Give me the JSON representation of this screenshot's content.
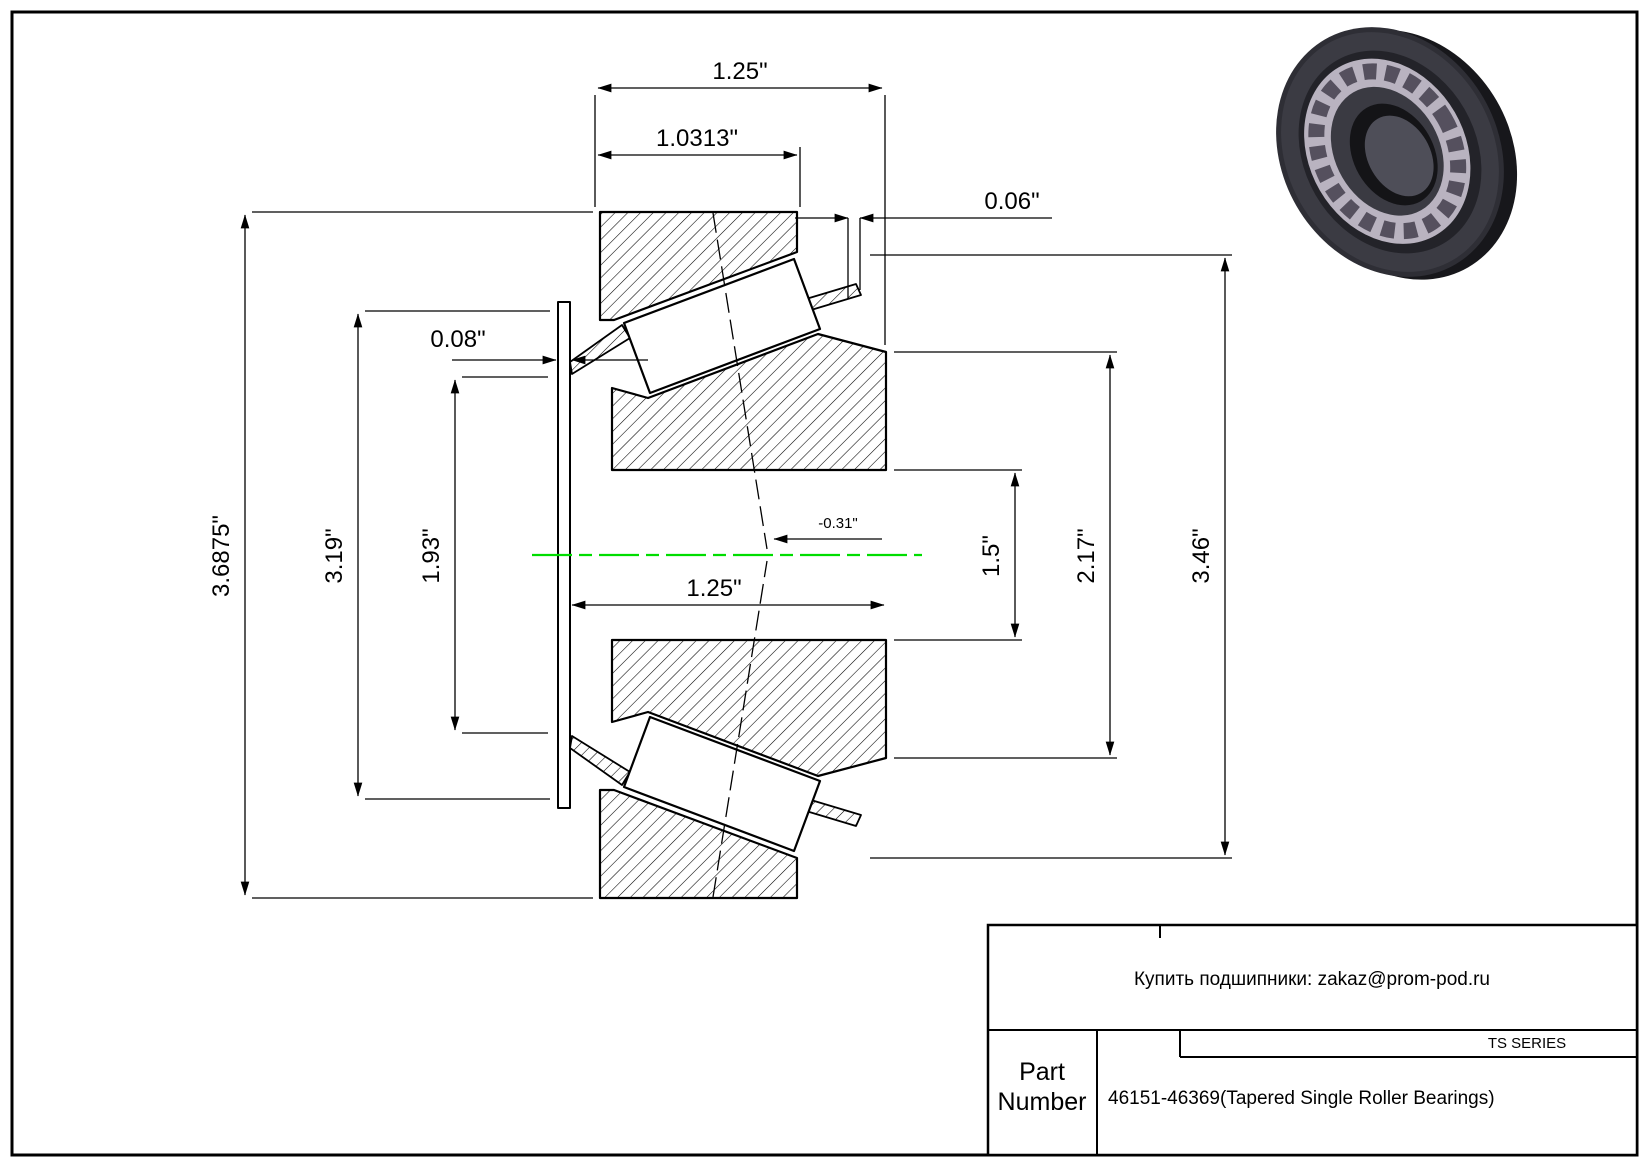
{
  "drawing": {
    "centerline_color": "#00dd00",
    "dimensions": {
      "total_width_top": "1.25\"",
      "cup_width": "1.0313\"",
      "standoff_right": "0.06\"",
      "standoff_left": "0.08\"",
      "flange_od": "3.6875\"",
      "cage_od": "3.19\"",
      "rib_od": "1.93\"",
      "effective_center": "-0.31\"",
      "cone_width": "1.25\"",
      "bore_diameter": "1.5\"",
      "cone_back_od": "2.17\"",
      "cup_od": "3.46\""
    }
  },
  "title_block": {
    "contact": "Купить подшипники: zakaz@prom-pod.ru",
    "series": "TS SERIES",
    "part_label": {
      "line1": "Part",
      "line2": "Number"
    },
    "part_number": "46151-46369(Tapered Single Roller Bearings)"
  }
}
